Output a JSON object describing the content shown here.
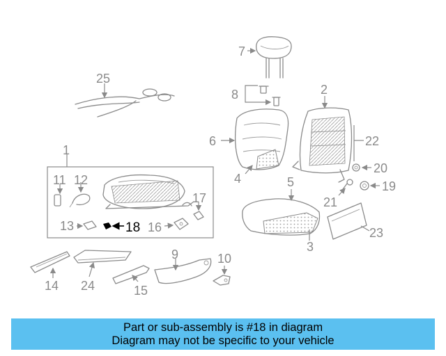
{
  "diagram": {
    "callouts": {
      "n1": "1",
      "n2": "2",
      "n3": "3",
      "n4": "4",
      "n5": "5",
      "n6": "6",
      "n7": "7",
      "n8": "8",
      "n9": "9",
      "n10": "10",
      "n11": "11",
      "n12": "12",
      "n13": "13",
      "n14": "14",
      "n15": "15",
      "n16": "16",
      "n17": "17",
      "n18": "18",
      "n19": "19",
      "n20": "20",
      "n21": "21",
      "n22": "22",
      "n23": "23",
      "n24": "24",
      "n25": "25"
    },
    "highlighted_part": "18",
    "colors": {
      "line": "#8a8a8a",
      "highlight": "#000000",
      "banner": "#5bc0f0"
    }
  },
  "banner": {
    "line1": "Part or sub-assembly is #18 in diagram",
    "line2": "Diagram may not be specific to your vehicle"
  }
}
